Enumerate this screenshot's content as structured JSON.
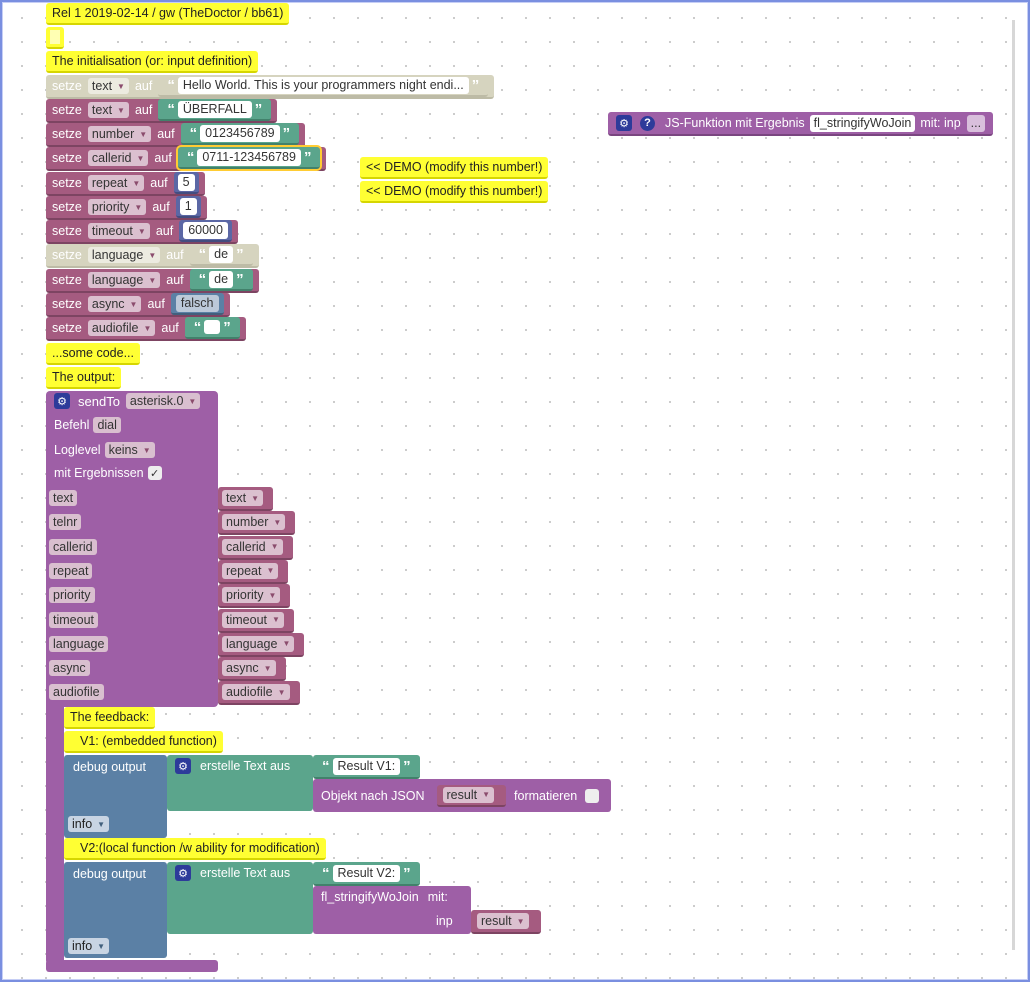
{
  "comments": {
    "release": "Rel 1 2019-02-14 / gw (TheDoctor / bb61)",
    "empty": "",
    "init": "The initialisation (or: input definition)",
    "demo1": "<< DEMO (modify this number!)",
    "demo2": "<< DEMO (modify this number!)",
    "some_code": "...some code...",
    "output": "The output:",
    "feedback": "The feedback:",
    "v1": "V1: (embedded function)",
    "v2": "V2:(local function /w ability for modification)"
  },
  "keywords": {
    "set": "setze",
    "to": "auf"
  },
  "assignments": [
    {
      "var": "text",
      "value": "Hello World. This is your programmers night endi...",
      "kind": "text",
      "disabled": true
    },
    {
      "var": "text",
      "value": "ÜBERFALL",
      "kind": "text",
      "disabled": false
    },
    {
      "var": "number",
      "value": "0123456789",
      "kind": "text",
      "disabled": false
    },
    {
      "var": "callerid",
      "value": "0711-123456789",
      "kind": "text",
      "disabled": false,
      "selected": true
    },
    {
      "var": "repeat",
      "value": "5",
      "kind": "num",
      "disabled": false
    },
    {
      "var": "priority",
      "value": "1",
      "kind": "num",
      "disabled": false
    },
    {
      "var": "timeout",
      "value": "60000",
      "kind": "num",
      "disabled": false
    },
    {
      "var": "language",
      "value": "de",
      "kind": "text",
      "disabled": true
    },
    {
      "var": "language",
      "value": "de",
      "kind": "text",
      "disabled": false
    },
    {
      "var": "async",
      "value": "falsch",
      "kind": "logic",
      "disabled": false
    },
    {
      "var": "audiofile",
      "value": "",
      "kind": "text",
      "disabled": false
    }
  ],
  "sendto": {
    "label": "sendTo",
    "adapter": "asterisk.0",
    "command_label": "Befehl",
    "command": "dial",
    "loglevel_label": "Loglevel",
    "loglevel": "keins",
    "results_label": "mit Ergebnissen",
    "results_checked": "✓",
    "params": [
      {
        "name": "text",
        "var": "text"
      },
      {
        "name": "telnr",
        "var": "number"
      },
      {
        "name": "callerid",
        "var": "callerid"
      },
      {
        "name": "repeat",
        "var": "repeat"
      },
      {
        "name": "priority",
        "var": "priority"
      },
      {
        "name": "timeout",
        "var": "timeout"
      },
      {
        "name": "language",
        "var": "language"
      },
      {
        "name": "async",
        "var": "async"
      },
      {
        "name": "audiofile",
        "var": "audiofile"
      }
    ]
  },
  "debug1": {
    "label": "debug output",
    "join_label": "erstelle Text aus",
    "text": "Result V1:",
    "json_label": "Objekt nach JSON",
    "json_var": "result",
    "format_label": "formatieren",
    "level": "info"
  },
  "debug2": {
    "label": "debug output",
    "join_label": "erstelle Text aus",
    "text": "Result V2:",
    "func_label": "fl_stringifyWoJoin",
    "with_label": "mit:",
    "inp_label": "inp",
    "inp_var": "result",
    "level": "info"
  },
  "jsfunc": {
    "label": "JS-Funktion mit Ergebnis",
    "name": "fl_stringifyWoJoin",
    "with_label": "mit: inp",
    "more": "..."
  },
  "colors": {
    "variables": "#a55b80",
    "text": "#5ba58c",
    "math": "#5b67a5",
    "logic": "#5b80a5",
    "comment": "#ffff33",
    "procedure": "#9e5fa6"
  }
}
